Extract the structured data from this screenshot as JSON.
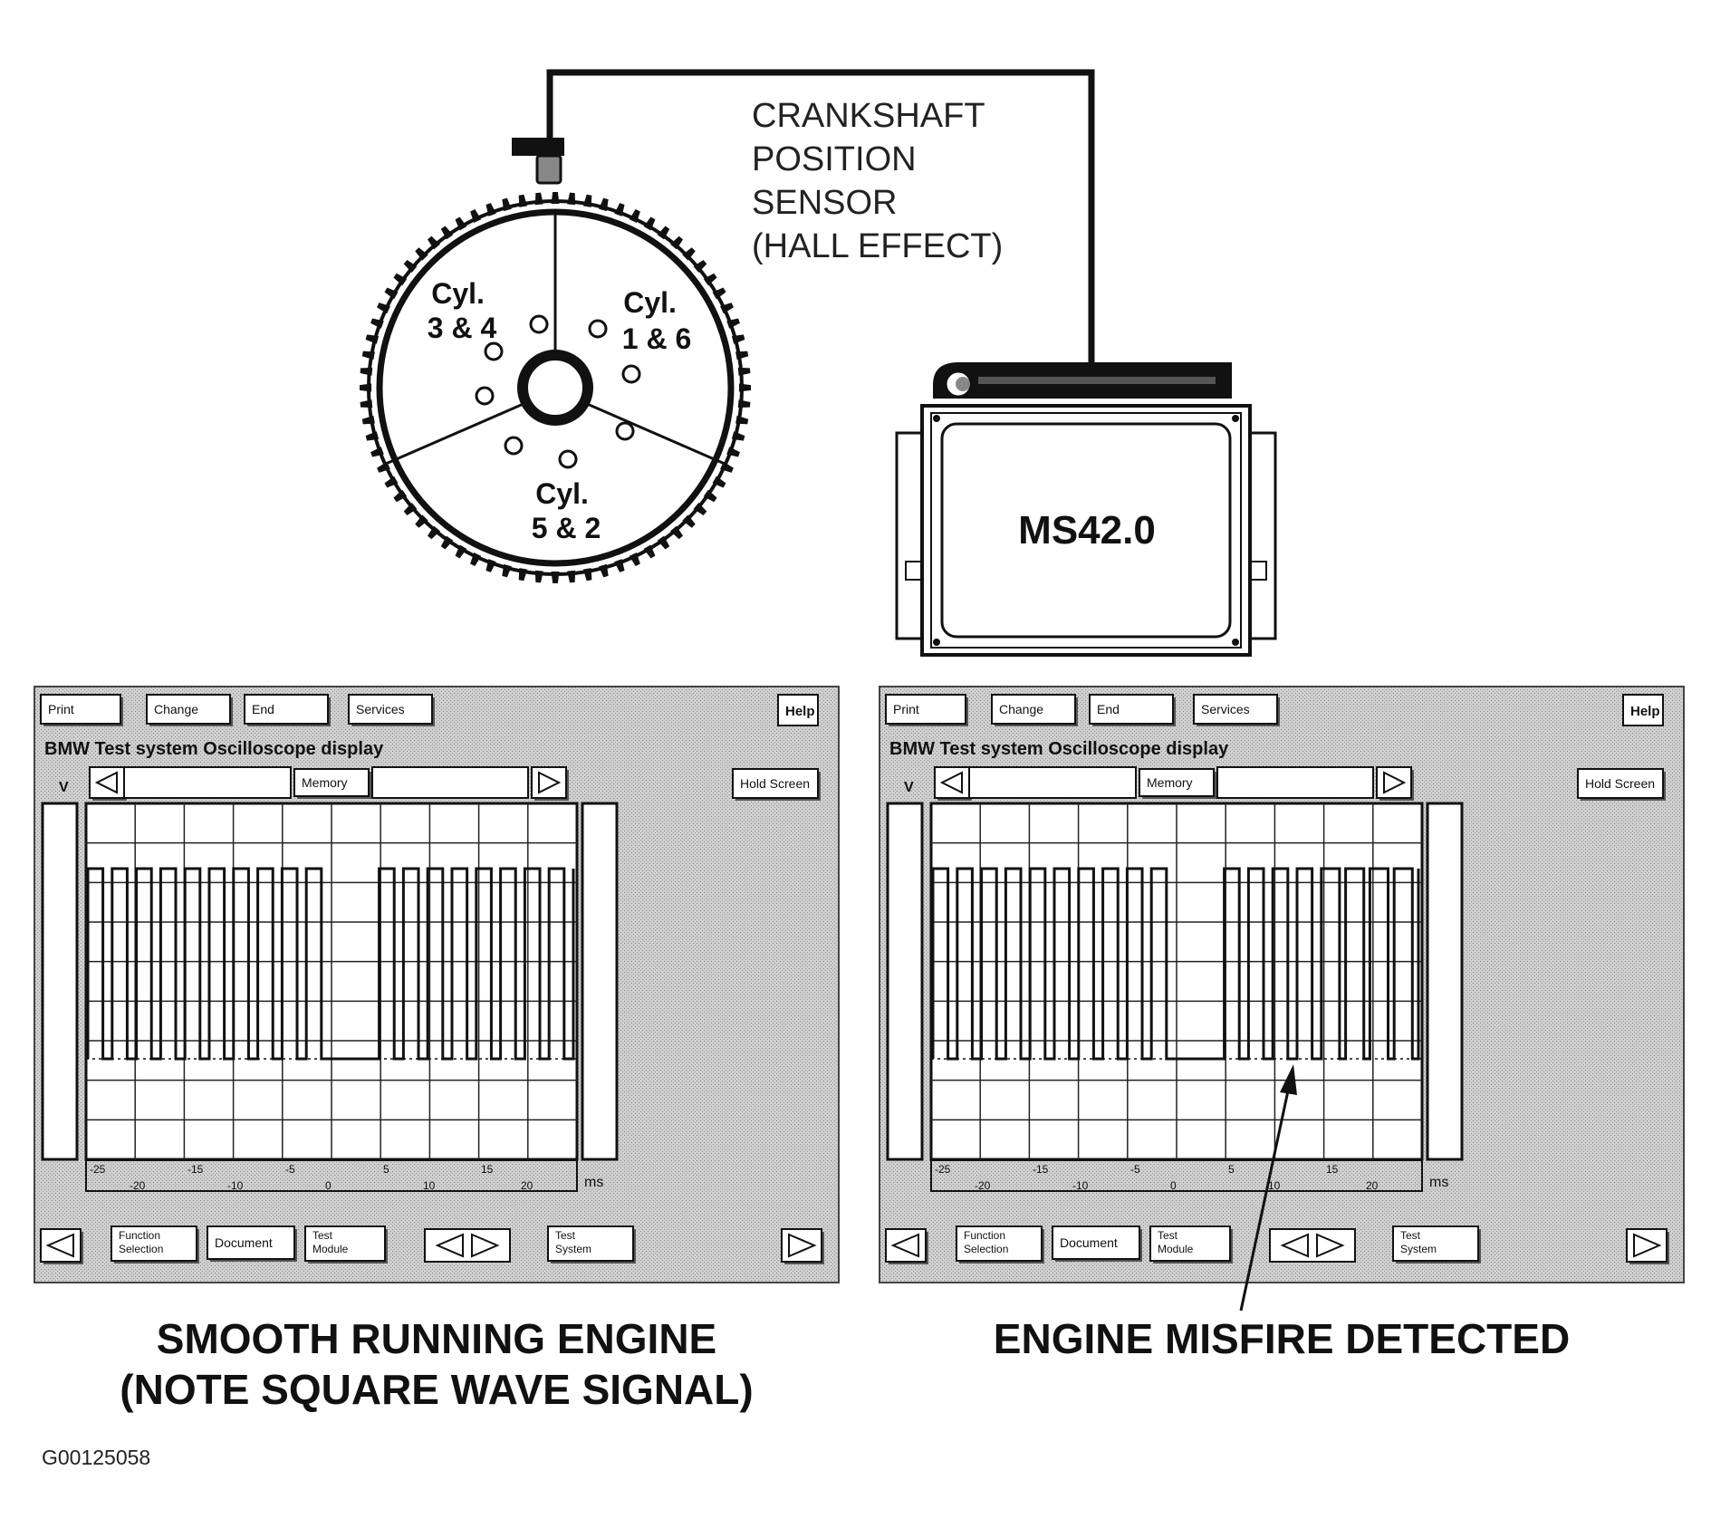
{
  "sensor_label": [
    "CRANKSHAFT",
    "POSITION",
    "SENSOR",
    "(HALL EFFECT)"
  ],
  "flywheel": {
    "cyl_top_left": [
      "Cyl.",
      "3 & 4"
    ],
    "cyl_top_right": [
      "Cyl.",
      "1 & 6"
    ],
    "cyl_bottom": [
      "Cyl.",
      "5 & 2"
    ]
  },
  "ecu_label": "MS42.0",
  "scope": {
    "buttons": {
      "print": "Print",
      "change": "Change",
      "end": "End",
      "services": "Services",
      "help": "Help",
      "hold_screen": "Hold Screen",
      "memory": "Memory",
      "document": "Document"
    },
    "function_selection": [
      "Function",
      "Selection"
    ],
    "test_module": [
      "Test",
      "Module"
    ],
    "test_system": [
      "Test",
      "System"
    ],
    "title": "BMW  Test system  Oscilloscope display",
    "y_unit": "V",
    "x_unit": "ms",
    "x_ticks_upper": [
      "-25",
      "-15",
      "-5",
      "5",
      "15"
    ],
    "x_ticks_lower": [
      "-20",
      "-10",
      "0",
      "10",
      "20"
    ]
  },
  "panels": [
    {
      "caption": [
        "SMOOTH RUNNING ENGINE",
        "(NOTE SQUARE WAVE SIGNAL)"
      ],
      "signal": {
        "pre_pulses": 10,
        "gap_pulses": 2,
        "post_pulses": 8
      }
    },
    {
      "caption": [
        "ENGINE MISFIRE DETECTED"
      ],
      "signal": {
        "pre_pulses": 10,
        "gap_pulses": 2,
        "post_pulses": 8,
        "wider_tail_pulses": 4
      }
    }
  ],
  "figure_id": "G00125058",
  "colors": {
    "ink": "#111111",
    "screen_bg": "#cfcfcf",
    "grid_bg": "#ffffff"
  }
}
